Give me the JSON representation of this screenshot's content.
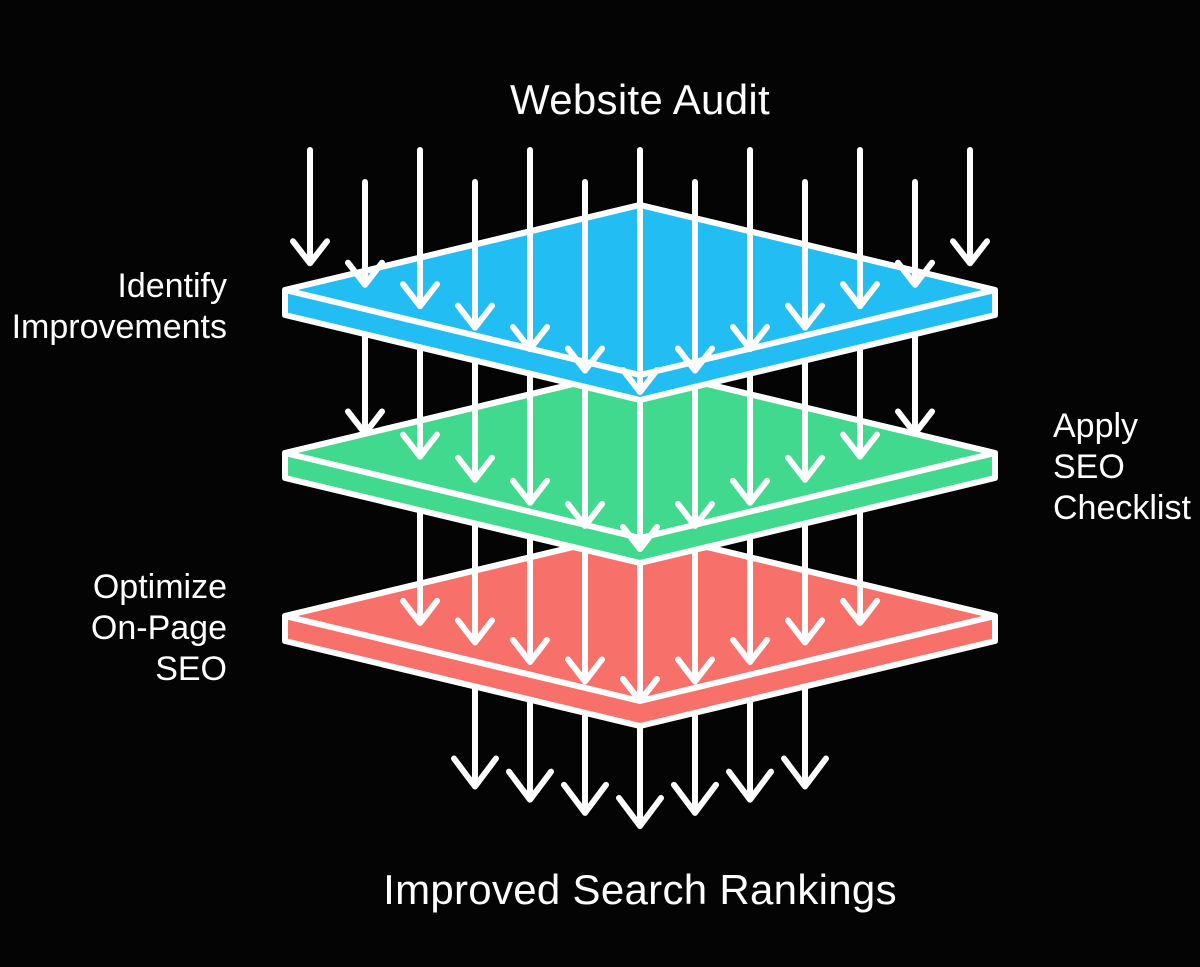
{
  "title": "Website Audit",
  "footer": "Improved Search Rankings",
  "colors": {
    "background": "#040404",
    "stroke": "#ffffff",
    "text": "#ffffff",
    "layer_blue": "#22bdf2",
    "layer_green": "#41d98d",
    "layer_red": "#f8706a"
  },
  "layers": [
    {
      "id": "identify-improvements",
      "label_lines": [
        "Identify",
        "Improvements"
      ],
      "label_side": "left",
      "color": "#22bdf2"
    },
    {
      "id": "apply-seo-checklist",
      "label_lines": [
        "Apply",
        "SEO",
        "Checklist"
      ],
      "label_side": "right",
      "color": "#41d98d"
    },
    {
      "id": "optimize-on-page-seo",
      "label_lines": [
        "Optimize",
        "On-Page",
        "SEO"
      ],
      "label_side": "left",
      "color": "#f8706a"
    }
  ],
  "arrow_counts": {
    "above_layer1": 13,
    "layer1_to_layer2": 11,
    "layer2_to_layer3": 9,
    "below_layer3": 7
  }
}
